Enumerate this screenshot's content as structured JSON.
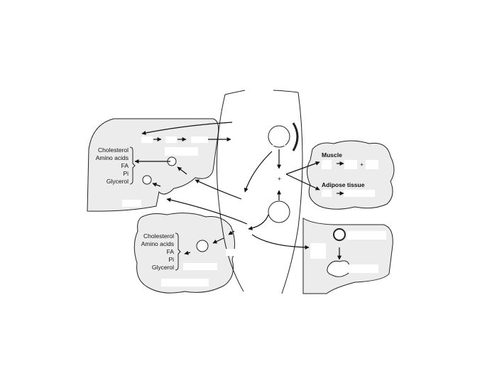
{
  "liver_products": [
    "Cholesterol",
    "Amino acids",
    "FA",
    "Pi",
    "Glycerol"
  ],
  "bottom_products": [
    "Cholesterol",
    "Amino acids",
    "FA",
    "Pi",
    "Glycerol"
  ],
  "muscle_label": "Muscle",
  "adipose_label": "Adipose tissue",
  "plus": "+",
  "colors": {
    "tissue_fill": "#ececec",
    "stroke": "#222222",
    "label_box": "#ffffff"
  }
}
